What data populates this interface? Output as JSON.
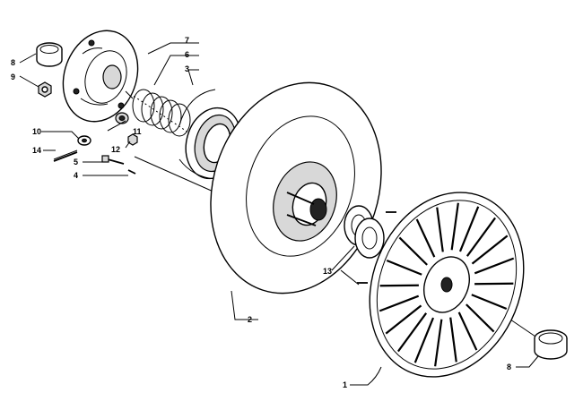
{
  "diagram": {
    "callouts": [
      {
        "id": "label-1",
        "text": "1"
      },
      {
        "id": "label-2",
        "text": "2"
      },
      {
        "id": "label-3",
        "text": "3"
      },
      {
        "id": "label-4",
        "text": "4"
      },
      {
        "id": "label-5",
        "text": "5"
      },
      {
        "id": "label-6",
        "text": "6"
      },
      {
        "id": "label-7",
        "text": "7"
      },
      {
        "id": "label-8-top",
        "text": "8"
      },
      {
        "id": "label-8-bottom",
        "text": "8"
      },
      {
        "id": "label-9",
        "text": "9"
      },
      {
        "id": "label-10",
        "text": "10"
      },
      {
        "id": "label-11",
        "text": "11"
      },
      {
        "id": "label-12",
        "text": "12"
      },
      {
        "id": "label-13",
        "text": "13"
      },
      {
        "id": "label-14",
        "text": "14"
      }
    ]
  }
}
